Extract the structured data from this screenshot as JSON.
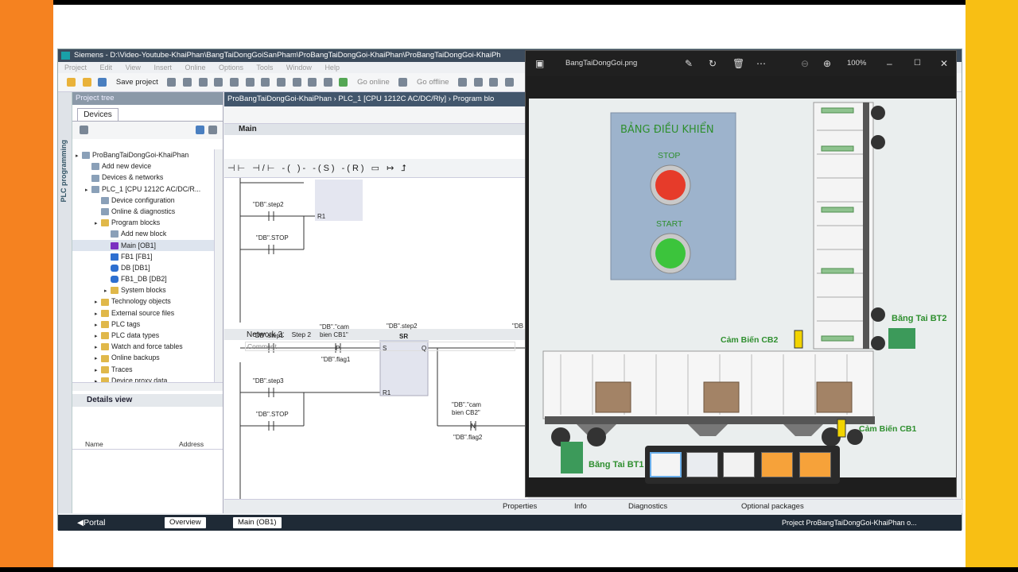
{
  "window": {
    "title": "Siemens  -  D:\\Video-Youtube-KhaiPhan\\BangTaiDongGoiSanPham\\ProBangTaiDongGoi-KhaiPhan\\ProBangTaiDongGoi-KhaiPh",
    "menu": [
      "Project",
      "Edit",
      "View",
      "Insert",
      "Online",
      "Options",
      "Tools",
      "Window",
      "Help"
    ]
  },
  "toolbar": {
    "save_label": "Save project",
    "go_online": "Go online",
    "go_offline": "Go offline"
  },
  "side_tab": "PLC programming",
  "project_tree": {
    "header": "Project tree",
    "tab": "Devices",
    "items": [
      {
        "label": "ProBangTaiDongGoi-KhaiPhan",
        "indent": 0,
        "icon": "project"
      },
      {
        "label": "Add new device",
        "indent": 1,
        "icon": "device"
      },
      {
        "label": "Devices & networks",
        "indent": 1,
        "icon": "device"
      },
      {
        "label": "PLC_1 [CPU 1212C AC/DC/R...",
        "indent": 1,
        "icon": "device"
      },
      {
        "label": "Device configuration",
        "indent": 2,
        "icon": "device"
      },
      {
        "label": "Online & diagnostics",
        "indent": 2,
        "icon": "device"
      },
      {
        "label": "Program blocks",
        "indent": 2,
        "icon": "folder"
      },
      {
        "label": "Add new block",
        "indent": 3,
        "icon": "device"
      },
      {
        "label": "Main [OB1]",
        "indent": 3,
        "icon": "ob"
      },
      {
        "label": "FB1 [FB1]",
        "indent": 3,
        "icon": "fb"
      },
      {
        "label": "DB [DB1]",
        "indent": 3,
        "icon": "db"
      },
      {
        "label": "FB1_DB [DB2]",
        "indent": 3,
        "icon": "db"
      },
      {
        "label": "System blocks",
        "indent": 3,
        "icon": "folder"
      },
      {
        "label": "Technology objects",
        "indent": 2,
        "icon": "folder"
      },
      {
        "label": "External source files",
        "indent": 2,
        "icon": "folder"
      },
      {
        "label": "PLC tags",
        "indent": 2,
        "icon": "folder"
      },
      {
        "label": "PLC data types",
        "indent": 2,
        "icon": "folder"
      },
      {
        "label": "Watch and force tables",
        "indent": 2,
        "icon": "folder"
      },
      {
        "label": "Online backups",
        "indent": 2,
        "icon": "folder"
      },
      {
        "label": "Traces",
        "indent": 2,
        "icon": "folder"
      },
      {
        "label": "Device proxy data",
        "indent": 2,
        "icon": "folder"
      }
    ],
    "details_view": "Details view",
    "details_columns": [
      "Name",
      "Address"
    ]
  },
  "editor": {
    "breadcrumb": "ProBangTaiDongGoi-KhaiPhan  ›  PLC_1 [CPU 1212C AC/DC/Rly]  ›  Program blo",
    "block": "Main",
    "ladder_toolbar": "⊣⊢ ⊣/⊢ -( )- -(S) -(R) ▭ ↦ ⮥",
    "network3_title": "Network 3:",
    "network3_comment_label": "Step 2",
    "comment_placeholder": "Comment",
    "labels": {
      "db_step2": "\"DB\".step2",
      "db_stop": "\"DB\".STOP",
      "r1": "R1",
      "db_step1": "\"DB\".step1",
      "db_cam_cb1": "\"DB\".\"cam bien CB1\"",
      "p": "P",
      "db_flag1": "\"DB\".flag1",
      "db_step2_coil": "\"DB\".step2",
      "sr": "SR",
      "s": "S",
      "q": "Q",
      "db_step3": "\"DB\".step3",
      "db_stop2": "\"DB\".STOP",
      "r1b": "R1",
      "db_cam_cb2": "\"DB\".\"cam bien CB2\"",
      "n": "N",
      "db_flag2": "\"DB\".flag2",
      "db_trunc": "\"DB"
    }
  },
  "status_bar": {
    "properties": "Properties",
    "info": "Info",
    "diagnostics": "Diagnostics",
    "optional": "Optional packages"
  },
  "portal_bar": {
    "portal_view": "Portal view",
    "overview": "Overview",
    "main_tab": "Main (OB1)",
    "project_msg": "Project ProBangTaiDongGoi-KhaiPhan o..."
  },
  "photos": {
    "filename": "BangTaiDongGoi.png",
    "zoom": "100%",
    "panel_title": "BẢNG ĐIỀU KHIỂN",
    "stop_label": "STOP",
    "start_label": "START",
    "conveyor_bt2": "Băng Tai BT2",
    "sensor_cb2": "Cảm Biến CB2",
    "sensor_cb1": "Cảm Biến CB1",
    "conveyor_bt1": "Băng Tai BT1",
    "colors": {
      "stop": "#e63b2a",
      "start": "#3cc43c",
      "panel": "#9db3cc",
      "label_green": "#2f8f2f"
    }
  }
}
